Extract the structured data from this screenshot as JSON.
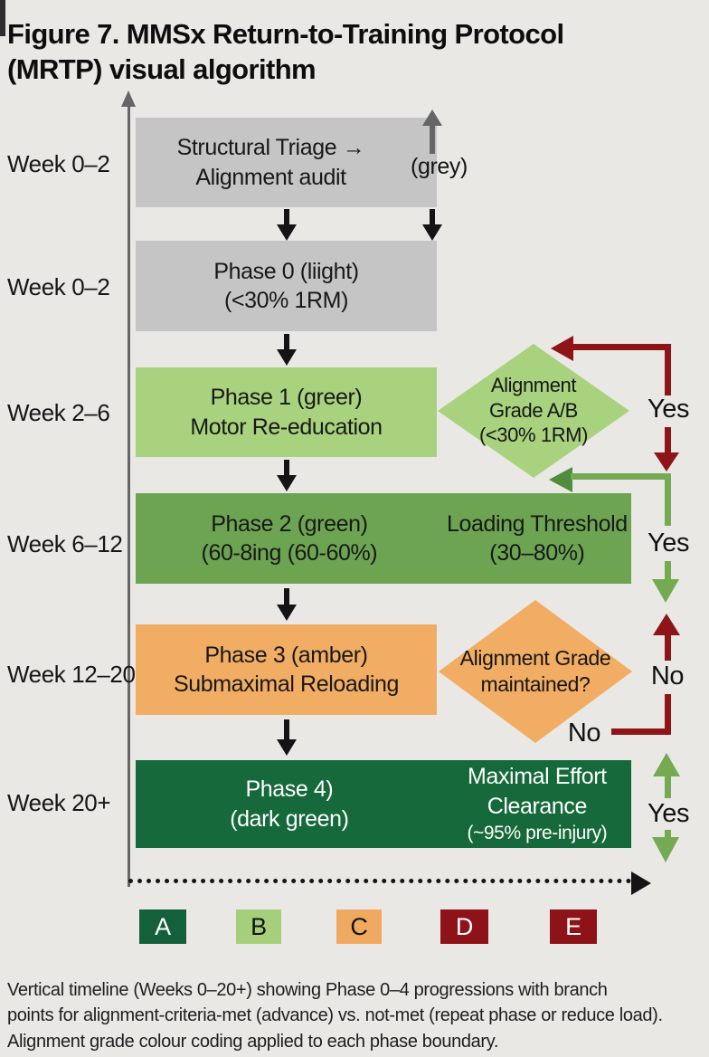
{
  "figure": {
    "title_line1": "Figure 7. MMSx Return-to-Training Protocol",
    "title_line2": "(MRTP) visual algorithm"
  },
  "timeline": {
    "week_labels": [
      "Week 0–2",
      "Week 0–2",
      "Week 2–6",
      "Week 6–12",
      "Week 12–20",
      "Week 20+"
    ]
  },
  "flow": {
    "triage": {
      "line1": "Structural Triage →",
      "line2": "Alignment audit",
      "color_note": "(grey)"
    },
    "phase0": {
      "line1": "Phase 0 (liight)",
      "line2": "(<30% 1RM)"
    },
    "phase1": {
      "line1": "Phase 1 (greer)",
      "line2": "Motor Re-education"
    },
    "decision1": {
      "line1": "Alignment",
      "line2": "Grade A/B",
      "line3": "(<30% 1RM)",
      "yes_label": "Yes"
    },
    "phase2": {
      "left_line1": "Phase 2 (green)",
      "left_line2": "(60-8ing (60-60%)",
      "right_line1": "Loading Threshold",
      "right_line2": "(30–80%)",
      "yes_label": "Yes"
    },
    "phase3": {
      "line1": "Phase 3 (amber)",
      "line2": "Submaximal Reloading"
    },
    "decision2": {
      "line1": "Alignment Grade",
      "line2": "maintained?",
      "no_label_right": "No",
      "no_label_bottom": "No"
    },
    "phase4": {
      "left_line1": "Phase 4)",
      "left_line2": "(dark green)",
      "right_line1": "Maximal Effort",
      "right_line2": "Clearance",
      "right_line3": "(~95% pre-injury)",
      "yes_label": "Yes"
    }
  },
  "legend": {
    "items": [
      {
        "label": "A",
        "color": "#14603a"
      },
      {
        "label": "B",
        "color": "#a6cf7c"
      },
      {
        "label": "C",
        "color": "#f0a960"
      },
      {
        "label": "D",
        "color": "#8e1318"
      },
      {
        "label": "E",
        "color": "#8e1318"
      }
    ]
  },
  "caption": {
    "line1": "Vertical timeline (Weeks 0–20+) showing Phase 0–4 progressions with branch",
    "line2": "points for alignment-criteria-met (advance) vs. not-met (repeat phase or reduce load).",
    "line3": "Alignment grade colour coding applied to each phase boundary."
  },
  "colors": {
    "background": "#e9e8e5",
    "box_grey": "#c5c5c5",
    "green_light": "#a8d27d",
    "green_mid": "#6da452",
    "green_dark": "#15693a",
    "amber": "#f1ad63",
    "red_dark": "#8e1418",
    "arrow_green": "#74aa52",
    "arrow_green_dark": "#4f8c3c",
    "arrow_black": "#141414",
    "axis_grey": "#666666",
    "legend_a": "#14603a",
    "legend_b": "#a6cf7c",
    "legend_c": "#f0a960",
    "legend_d": "#8e1318",
    "legend_e": "#8e1318"
  }
}
